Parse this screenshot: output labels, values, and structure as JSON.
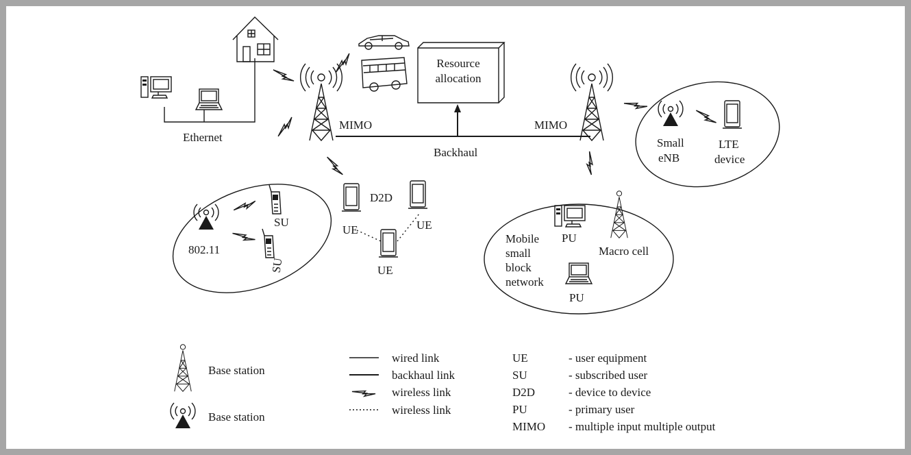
{
  "labels": {
    "ethernet": "Ethernet",
    "mimo_left": "MIMO",
    "mimo_right": "MIMO",
    "backhaul": "Backhaul",
    "resource_allocation": [
      "Resource",
      "allocation"
    ],
    "d2d": "D2D",
    "ue_left": "UE",
    "ue_right": "UE",
    "ue_bottom": "UE",
    "su_top": "SU",
    "su_bottom": "SU",
    "wifi": "802.11",
    "small_enb": [
      "Small",
      "eNB"
    ],
    "lte_device": [
      "LTE",
      "device"
    ],
    "pu_top": "PU",
    "pu_bottom": "PU",
    "macro_cell": "Macro cell",
    "mobile_network": [
      "Mobile",
      "small",
      "block",
      "network"
    ]
  },
  "legend": {
    "symbols": [
      {
        "icon": "tower-icon",
        "label": "Base station"
      },
      {
        "icon": "antenna-icon",
        "label": "Base station"
      }
    ],
    "links": [
      {
        "style": "thin-line",
        "label": "wired link"
      },
      {
        "style": "thick-line",
        "label": "backhaul link"
      },
      {
        "style": "zigzag",
        "label": "wireless link"
      },
      {
        "style": "dotted",
        "label": "wireless link"
      }
    ],
    "abbreviations": [
      {
        "abbr": "UE",
        "meaning": "- user equipment"
      },
      {
        "abbr": "SU",
        "meaning": "- subscribed user"
      },
      {
        "abbr": "D2D",
        "meaning": "- device to device"
      },
      {
        "abbr": "PU",
        "meaning": "- primary user"
      },
      {
        "abbr": "MIMO",
        "meaning": "- multiple input multiple output"
      }
    ]
  }
}
